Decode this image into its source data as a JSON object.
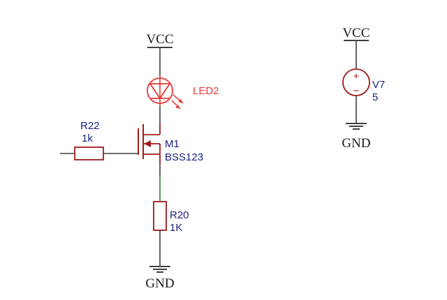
{
  "colors": {
    "wire": "#3f3f3f",
    "green_wire": "#2e7d32",
    "component": "#a11a1a",
    "led": "#e53935",
    "label_blue": "#1a237e",
    "power_text": "#1a1a1a",
    "background": "#ffffff"
  },
  "circuit": {
    "vcc_main": "VCC",
    "led_ref": "LED2",
    "mosfet_ref": "M1",
    "mosfet_value": "BSS123",
    "gate_res_ref": "R22",
    "gate_res_value": "1k",
    "source_res_ref": "R20",
    "source_res_value": "1K",
    "gnd_main": "GND"
  },
  "supply": {
    "vcc": "VCC",
    "source_ref": "V7",
    "source_value": "5",
    "plus_sign": "+",
    "minus_sign": "−",
    "gnd": "GND"
  }
}
